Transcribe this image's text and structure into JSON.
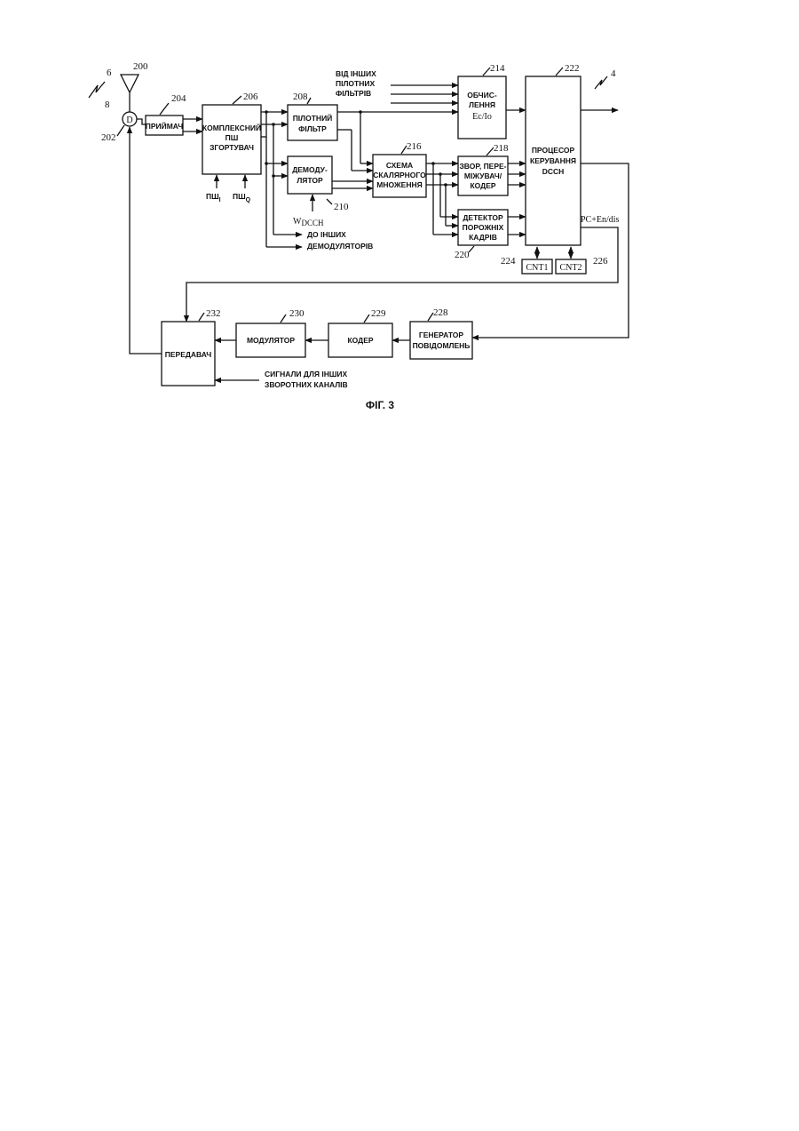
{
  "figure": {
    "caption": "ФІГ. 3",
    "refs": {
      "r200": "200",
      "r6": "6",
      "r8": "8",
      "r202": "202",
      "r204": "204",
      "r206": "206",
      "r208": "208",
      "r210": "210",
      "r214": "214",
      "r216": "216",
      "r218": "218",
      "r220": "220",
      "r222": "222",
      "r224": "224",
      "r226": "226",
      "r228": "228",
      "r229": "229",
      "r230": "230",
      "r232": "232",
      "r4": "4"
    },
    "duplexer": "D",
    "receiver": "ПРИЙМАЧ",
    "despreader": [
      "КОМПЛЕКСНИЙ",
      "ПШ",
      "ЗГОРТУВАЧ"
    ],
    "pn_i": "ПШ",
    "pn_i_sub": "I",
    "pn_q": "ПШ",
    "pn_q_sub": "Q",
    "pilot_filter": [
      "ПІЛОТНИЙ",
      "ФІЛЬТР"
    ],
    "demodulator": [
      "ДЕМОДУ-",
      "ЛЯТОР"
    ],
    "walsh": "W",
    "walsh_sub": "DCCH",
    "to_other_demods": [
      "ДО ІНШИХ",
      "ДЕМОДУЛЯТОРІВ"
    ],
    "from_other_pilot": [
      "ВІД ІНШИХ",
      "ПІЛОТНИХ",
      "ФІЛЬТРІВ"
    ],
    "ecio": [
      "ОБЧИС-",
      "ЛЕННЯ"
    ],
    "ecio_sub": "Ec/Io",
    "dot_product": [
      "СХЕМА",
      "СКАЛЯРНОГО",
      "МНОЖЕННЯ"
    ],
    "deinterleaver": [
      "ЗВОР, ПЕРЕ-",
      "МІЖУВАЧ/",
      "КОДЕР"
    ],
    "erasure_detector": [
      "ДЕТЕКТОР",
      "ПОРОЖНІХ",
      "КАДРІВ"
    ],
    "processor": [
      "ПРОЦЕСОР",
      "КЕРУВАННЯ",
      "DCCH"
    ],
    "pc_en_dis": "PC+En/dis",
    "cnt1": "CNT1",
    "cnt2": "CNT2",
    "msg_gen": [
      "ГЕНЕРАТОР",
      "ПОВІДОМЛЕНЬ"
    ],
    "encoder": "КОДЕР",
    "modulator": "МОДУЛЯТОР",
    "transmitter": "ПЕРЕДАВАЧ",
    "other_reverse": [
      "СИГНАЛИ ДЛЯ ІНШИХ",
      "ЗВОРОТНИХ КАНАЛІВ"
    ]
  }
}
